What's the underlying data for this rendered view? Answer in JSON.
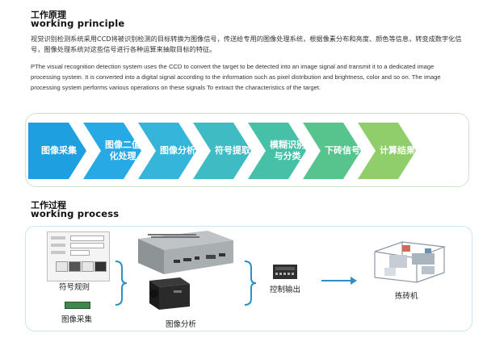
{
  "principle": {
    "title_cn": "工作原理",
    "title_en": "working principle",
    "para_cn": "视觉识别检测系统采用CCD将被识别检测的目标转换为图像信号，传送给专用的图像处理系统，根据像素分布和亮度、颜色等信息，转变成数字化信号，图像处理系统对这些信号进行各种运算来抽取目标的特征。",
    "para_en": "PThe visual recognition detection system uses the CCD to convert the target to be detected into an image signal and transmit it to a dedicated image processing system. It is converted into a digital signal according to the information such as pixel distribution and brightness, color and so on. The image processing system performs various operations on these signals To extract the characteristics of the target."
  },
  "flow": {
    "steps": [
      {
        "label": "图像采集",
        "color": "#1d9fe0"
      },
      {
        "label": "图像二值\n化处理",
        "color": "#26a9e4"
      },
      {
        "label": "图像分析",
        "color": "#35b5d9"
      },
      {
        "label": "符号提取",
        "color": "#3fbcc3"
      },
      {
        "label": "模糊识别\n与分类",
        "color": "#47c0a8"
      },
      {
        "label": "下砖信号",
        "color": "#57c38d"
      },
      {
        "label": "计算结果",
        "color": "#8fce6a"
      }
    ]
  },
  "process": {
    "title_cn": "工作过程",
    "title_en": "working process",
    "cap_symbol": "符号规则",
    "cap_capture": "图像采集",
    "cap_analysis": "图像分析",
    "cap_control": "控制输出",
    "cap_machine": "拣砖机"
  },
  "colors": {
    "flow_border": "#cde6c7",
    "process_border": "#c9e7f2",
    "brace": "#2a90c8",
    "arrow": "#2a90c8"
  }
}
